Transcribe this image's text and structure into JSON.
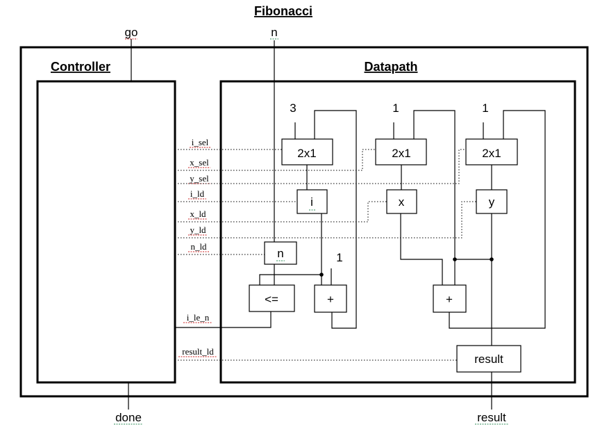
{
  "title": "Fibonacci",
  "ports": {
    "go": "go",
    "n": "n",
    "done": "done",
    "result": "result"
  },
  "blocks": {
    "controller": "Controller",
    "datapath": "Datapath"
  },
  "signals": {
    "i_sel": "i_sel",
    "x_sel": "x_sel",
    "y_sel": "y_sel",
    "i_ld": "i_ld",
    "x_ld": "x_ld",
    "y_ld": "y_ld",
    "n_ld": "n_ld",
    "i_le_n": "i_le_n",
    "result_ld": "result_ld"
  },
  "constants": {
    "c3": "3",
    "c1_x": "1",
    "c1_y": "1",
    "c1_add": "1"
  },
  "components": {
    "mux_i": "2x1",
    "mux_x": "2x1",
    "mux_y": "2x1",
    "reg_i": "i",
    "reg_x": "x",
    "reg_y": "y",
    "reg_n": "n",
    "comparator": "<=",
    "adder_i": "+",
    "adder_xy": "+",
    "reg_result": "result"
  }
}
